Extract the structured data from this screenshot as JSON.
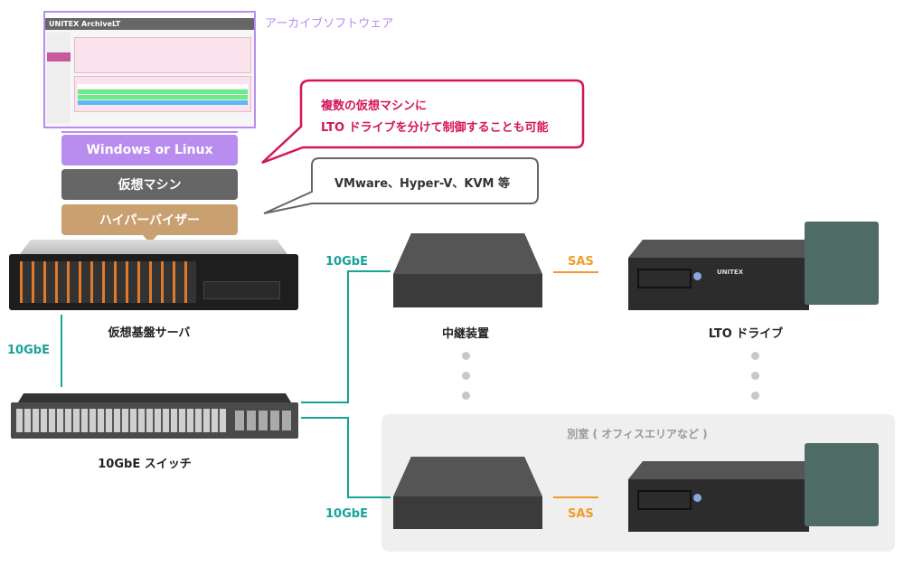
{
  "software": {
    "caption": "アーカイブソフトウェア",
    "app_title": "UNITEX ArchiveLT",
    "colors": {
      "accent": "#b98cf0"
    }
  },
  "stack": {
    "os": "Windows or Linux",
    "vm": "仮想マシン",
    "hypervisor": "ハイパーバイザー"
  },
  "callouts": {
    "multi_vm": {
      "line1": "複数の仮想マシンに",
      "line2": "LTO ドライブを分けて制御することも可能",
      "color": "#d4145a"
    },
    "hypervisors": {
      "text": "VMware、Hyper-V、KVM 等"
    }
  },
  "devices": {
    "server": "仮想基盤サーバ",
    "switch": "10GbE スイッチ",
    "relay": "中継装置",
    "lto": "LTO ドライブ",
    "lto_brand": "UNITEX"
  },
  "links": {
    "server_switch": "10GbE",
    "switch_relay_1": "10GbE",
    "switch_relay_2": "10GbE",
    "sas_1": "SAS",
    "sas_2": "SAS",
    "colors": {
      "network": "#17a398",
      "sas": "#f39a2b"
    }
  },
  "remote_room": {
    "label": "別室 ( オフィスエリアなど )"
  }
}
